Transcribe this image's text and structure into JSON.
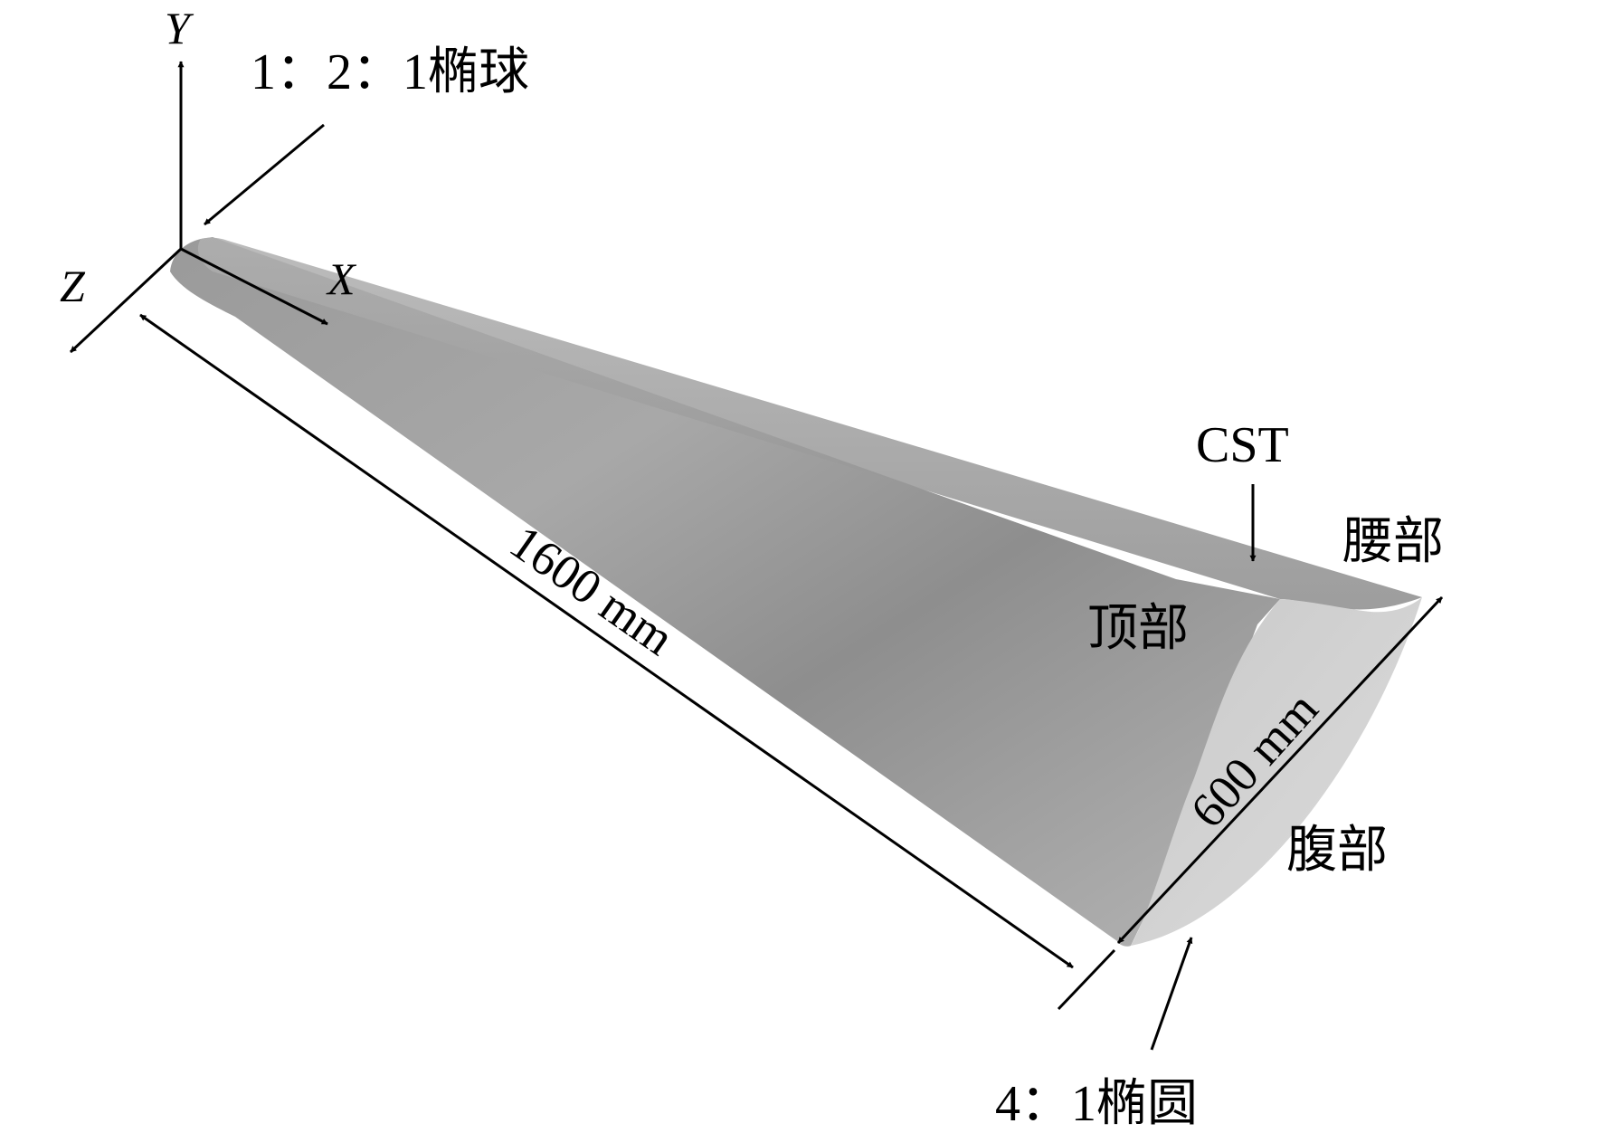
{
  "axes": {
    "y": "Y",
    "x": "X",
    "z": "Z"
  },
  "labels": {
    "nose": "1：2：1椭球",
    "cst": "CST",
    "waist": "腰部",
    "top": "顶部",
    "belly": "腹部",
    "base": "4：1椭圆"
  },
  "dimensions": {
    "length": "1600 mm",
    "width": "600 mm"
  },
  "colors": {
    "body_dark": "#8f8f8f",
    "body_mid": "#a9a9a9",
    "body_light": "#c4c4c4",
    "base_face": "#d2d2d2",
    "ink": "#000000"
  }
}
